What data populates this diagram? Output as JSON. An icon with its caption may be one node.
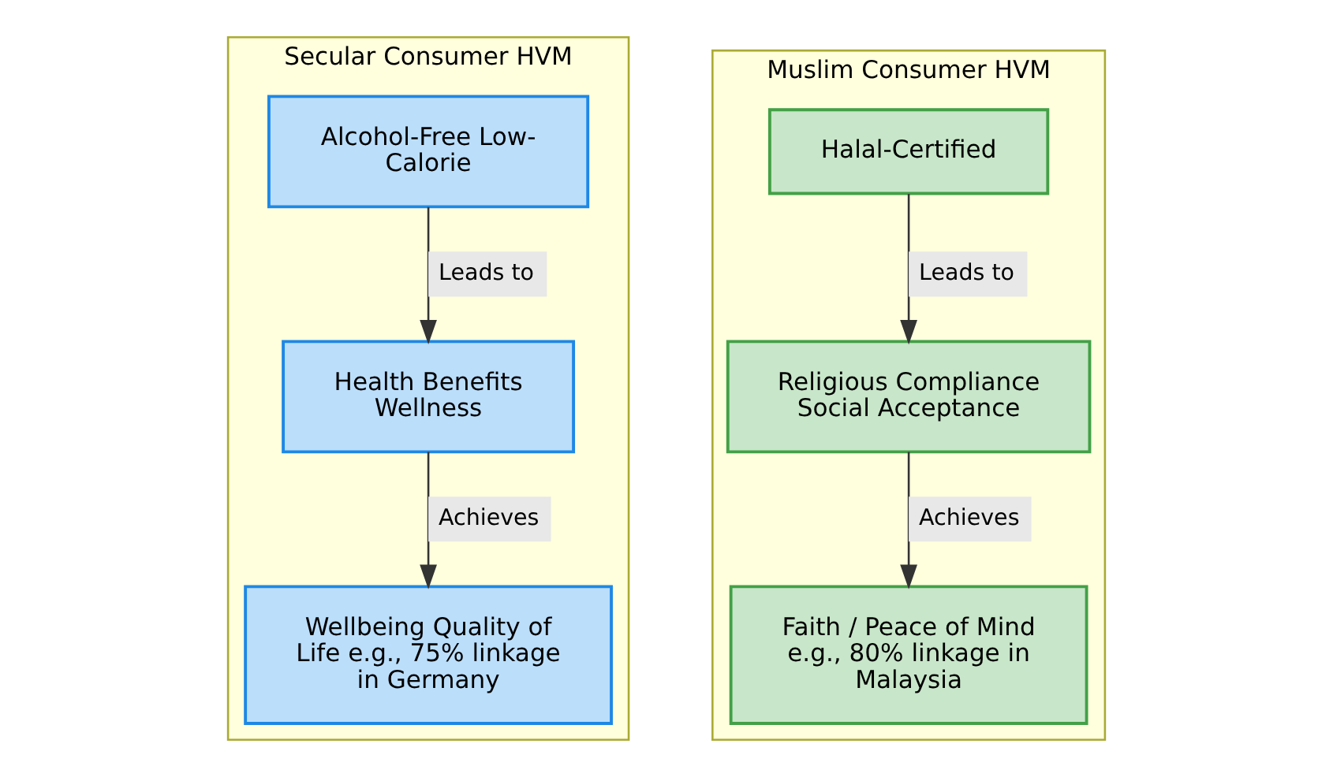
{
  "diagram": {
    "nodes": [
      {
        "text": [
          "Secular Consumer HVM"
        ]
      },
      {
        "text": [
          "Alcohol-Free Low-Calorie"
        ],
        "in": 0
      },
      {
        "text": [
          "Health Benefits Wellness"
        ],
        "in": 0
      },
      {
        "text": [
          "Wellbeing Quality of Life e.g., 75% linkage in Germany"
        ],
        "in": 0
      },
      {
        "text": [
          "Muslim Consumer HVM"
        ]
      },
      {
        "text": [
          "Halal-Certified"
        ],
        "in": 4
      },
      {
        "text": [
          "Religious Compliance Social Acceptance"
        ],
        "in": 4
      },
      {
        "text": [
          "Faith / Peace of Mind e.g., 80% linkage in Malaysia"
        ],
        "in": 4
      }
    ],
    "edges": [
      {
        "from": 1,
        "to": 2,
        "arrow": "to",
        "label": "Leads to"
      },
      {
        "from": 2,
        "to": 3,
        "arrow": "to",
        "label": "Achieves"
      },
      {
        "from": 5,
        "to": 6,
        "arrow": "to",
        "label": "Leads to"
      },
      {
        "from": 6,
        "to": 7,
        "arrow": "to",
        "label": "Achieves"
      }
    ]
  }
}
